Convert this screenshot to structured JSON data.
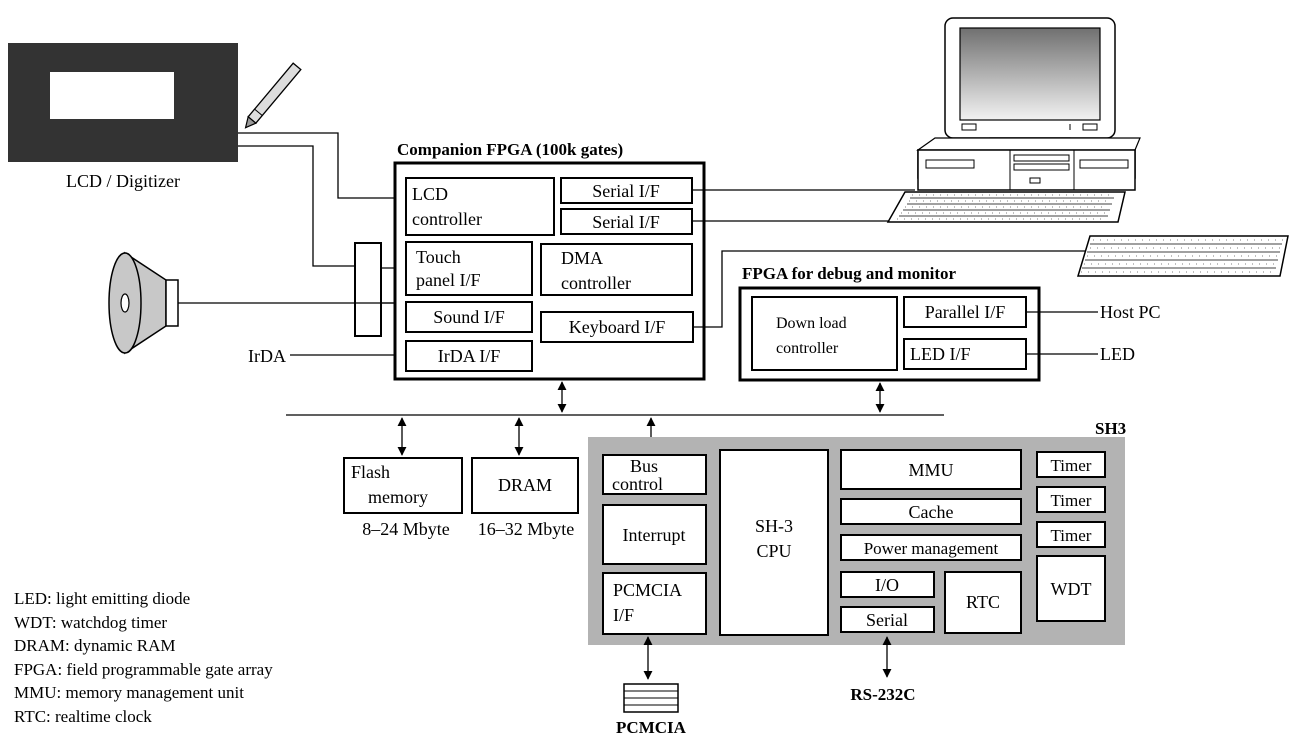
{
  "companion_fpga": {
    "title": "Companion FPGA (100k gates)",
    "blocks": {
      "lcd_controller": [
        "LCD",
        "controller"
      ],
      "serial_if_1": "Serial I/F",
      "serial_if_2": "Serial I/F",
      "touch_panel_if": [
        "Touch",
        "panel I/F"
      ],
      "dma_controller": [
        "DMA",
        "controller"
      ],
      "sound_if": "Sound I/F",
      "keyboard_if": "Keyboard I/F",
      "irda_if": "IrDA I/F"
    }
  },
  "debug_fpga": {
    "title": "FPGA for debug and monitor",
    "blocks": {
      "download_controller": [
        "Down load",
        "controller"
      ],
      "parallel_if": "Parallel I/F",
      "led_if": "LED I/F"
    }
  },
  "external": {
    "lcd_digitizer": "LCD / Digitizer",
    "irda": "IrDA",
    "host_pc": "Host PC",
    "led": "LED",
    "pcmcia": "PCMCIA",
    "rs232c": "RS-232C"
  },
  "memory": {
    "flash": {
      "label": [
        "Flash",
        "memory"
      ],
      "size": "8–24 Mbyte"
    },
    "dram": {
      "label": "DRAM",
      "size": "16–32 Mbyte"
    }
  },
  "sh3": {
    "title": "SH3",
    "blocks": {
      "bus_control": [
        "Bus",
        "control"
      ],
      "interrupt": "Interrupt",
      "pcmcia_if": [
        "PCMCIA",
        "I/F"
      ],
      "cpu": [
        "SH-3",
        "CPU"
      ],
      "mmu": "MMU",
      "cache": "Cache",
      "power_management": "Power management",
      "io": "I/O",
      "serial": "Serial",
      "rtc": "RTC",
      "timer_1": "Timer",
      "timer_2": "Timer",
      "timer_3": "Timer",
      "wdt": "WDT"
    }
  },
  "legend": [
    "LED: light emitting diode",
    "WDT: watchdog timer",
    "DRAM: dynamic RAM",
    "FPGA: field programmable gate array",
    "MMU: memory management unit",
    "RTC: realtime clock"
  ],
  "colors": {
    "sh3_panel": "#b3b3b3",
    "lcd_body": "#333333",
    "monitor_screen_top": "#707070",
    "monitor_screen_bottom": "#f2f2f2",
    "speaker_cone": "#c8c8c8"
  },
  "icons": [
    "stylus-icon",
    "speaker-icon",
    "computer-icon",
    "keyboard-icon",
    "pcmcia-card-icon"
  ]
}
